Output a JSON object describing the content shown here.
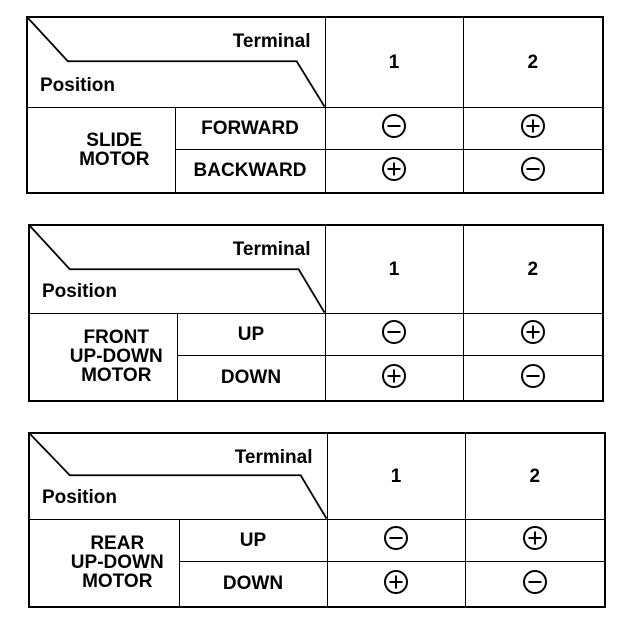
{
  "header": {
    "terminal_label": "Terminal",
    "position_label": "Position",
    "terminals": [
      "1",
      "2"
    ]
  },
  "tables": [
    {
      "motor_lines": [
        "SLIDE",
        "MOTOR"
      ],
      "rows": [
        {
          "direction": "FORWARD",
          "t1": "minus",
          "t2": "plus"
        },
        {
          "direction": "BACKWARD",
          "t1": "plus",
          "t2": "minus"
        }
      ]
    },
    {
      "motor_lines": [
        "FRONT",
        "UP-DOWN",
        "MOTOR"
      ],
      "rows": [
        {
          "direction": "UP",
          "t1": "minus",
          "t2": "plus"
        },
        {
          "direction": "DOWN",
          "t1": "plus",
          "t2": "minus"
        }
      ]
    },
    {
      "motor_lines": [
        "REAR",
        "UP-DOWN",
        "MOTOR"
      ],
      "rows": [
        {
          "direction": "UP",
          "t1": "minus",
          "t2": "plus"
        },
        {
          "direction": "DOWN",
          "t1": "plus",
          "t2": "minus"
        }
      ]
    }
  ]
}
